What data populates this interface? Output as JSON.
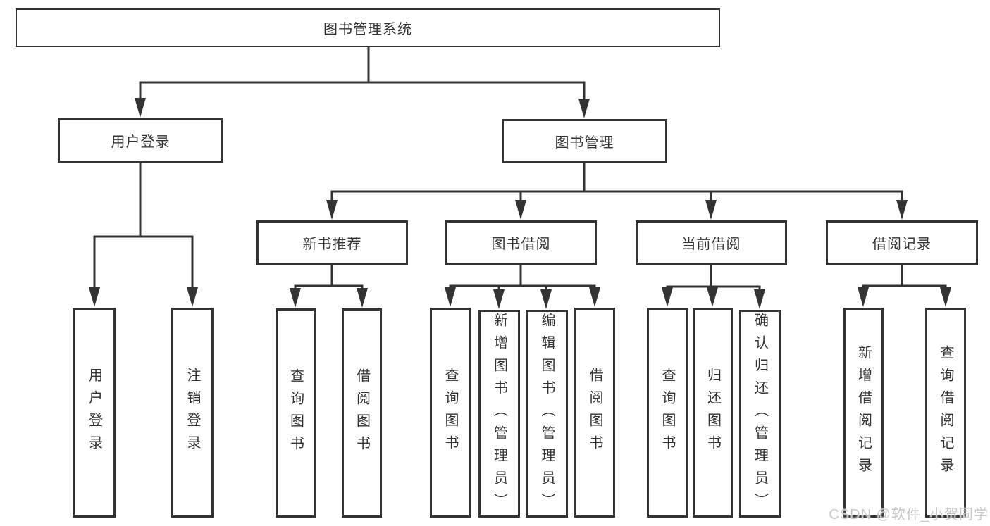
{
  "title": "图书管理系统",
  "watermark": "CSDN @软件_小贺同学",
  "colors": {
    "line": "#333333",
    "box_border": "#333333",
    "box_background": "#ffffff",
    "text": "#333333",
    "watermark": "#c8c8c8"
  },
  "tree": {
    "root": "图书管理系统",
    "branches": [
      {
        "label": "用户登录",
        "leaves": [
          "用户登录",
          "注销登录"
        ]
      },
      {
        "label": "图书管理",
        "children": [
          {
            "label": "新书推荐",
            "leaves": [
              "查询图书",
              "借阅图书"
            ]
          },
          {
            "label": "图书借阅",
            "leaves": [
              "查询图书",
              "新增图书（管理员）",
              "编辑图书（管理员）",
              "借阅图书"
            ]
          },
          {
            "label": "当前借阅",
            "leaves": [
              "查询图书",
              "归还图书",
              "确认归还（管理员）"
            ]
          },
          {
            "label": "借阅记录",
            "leaves": [
              "新增借阅记录",
              "查询借阅记录"
            ]
          }
        ]
      }
    ]
  }
}
